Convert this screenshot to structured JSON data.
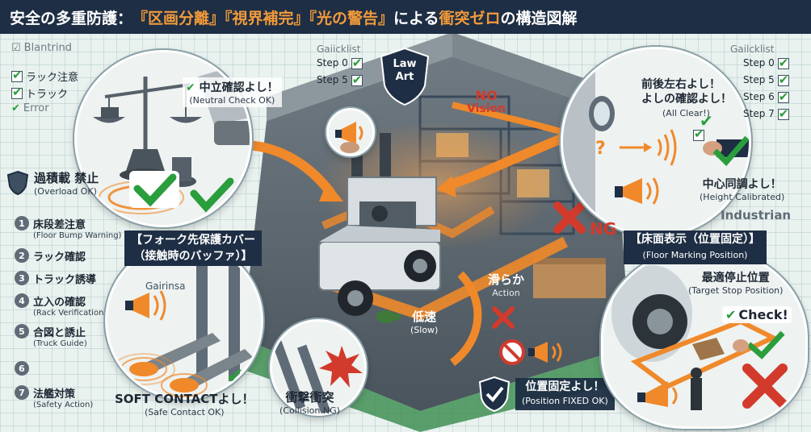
{
  "header": {
    "title_part1": "安全の多重防護：",
    "title_part2": "『区画分離』『視界補完』『光の警告』",
    "title_part3": "による",
    "title_part4": "衝突ゼロ",
    "title_part5": "の構造図解"
  },
  "left_top_list": {
    "items": [
      "Blantrind",
      "ラック注意",
      "トラック",
      "Error"
    ]
  },
  "center_badge": {
    "line1": "Law",
    "line2": "Art"
  },
  "step_box_left": {
    "title": "Gaiicklist",
    "steps": [
      "Step 0",
      "Step 5"
    ]
  },
  "step_box_right": {
    "title": "Gailcklist",
    "steps": [
      "Step 0",
      "Step 5",
      "Step 6",
      "Step 7"
    ]
  },
  "neutral_check": {
    "label": "中立確認よし！",
    "sub": "(Neutral Check OK)"
  },
  "no_vision": {
    "line1": "NO",
    "line2": "Vision"
  },
  "all_clear": {
    "line1": "前後左右よし！",
    "line2": "よしの確認よし！",
    "sub": "(All Clear!)"
  },
  "height_calibrated": {
    "label": "中心同調よし！",
    "sub": "(Height Calibrated)"
  },
  "industrian": "Industrian",
  "overload": {
    "label": "過積載 禁止",
    "sub": "(Overload OK)"
  },
  "left_list": [
    {
      "num": "1",
      "label": "床段差注意",
      "sub": "(Floor Bump Warning)"
    },
    {
      "num": "2",
      "label": "ラック確認",
      "sub": ""
    },
    {
      "num": "3",
      "label": "トラック誘導",
      "sub": ""
    },
    {
      "num": "4",
      "label": "立入の確認",
      "sub": "(Rack Verification)"
    },
    {
      "num": "5",
      "label": "合図と誘止",
      "sub": "(Truck Guide)"
    },
    {
      "num": "6",
      "label": "",
      "sub": ""
    },
    {
      "num": "7",
      "label": "法艦対策",
      "sub": "(Safety Action)"
    }
  ],
  "fork_cover": {
    "line1": "【フォーク先保護カバー",
    "line2": "（接触時のバッファ）】"
  },
  "gairinsa": "Gairinsa",
  "soft_contact": {
    "label": "SOFT CONTACTよし！",
    "sub": "(Safe Contact OK)"
  },
  "collision": {
    "label": "衝撃衝突",
    "sub": "(Collision NG)"
  },
  "slow": {
    "label": "低速",
    "sub": "(Slow)"
  },
  "smooth": {
    "label": "滑らか",
    "sub": "Action"
  },
  "ng_label": "NG",
  "position_fixed": {
    "label": "位置固定よし！",
    "sub": "(Position FIXED OK)"
  },
  "floor_marking": {
    "label": "【床面表示（位置固定）】",
    "sub": "(Floor Marking Position)"
  },
  "target_stop": {
    "label": "最適停止位置",
    "sub": "(Target Stop Position)"
  },
  "check_label": "Check!",
  "colors": {
    "navy": "#1e2e44",
    "orange": "#f0892a",
    "green": "#2a9d3c",
    "red": "#d23a2c"
  }
}
